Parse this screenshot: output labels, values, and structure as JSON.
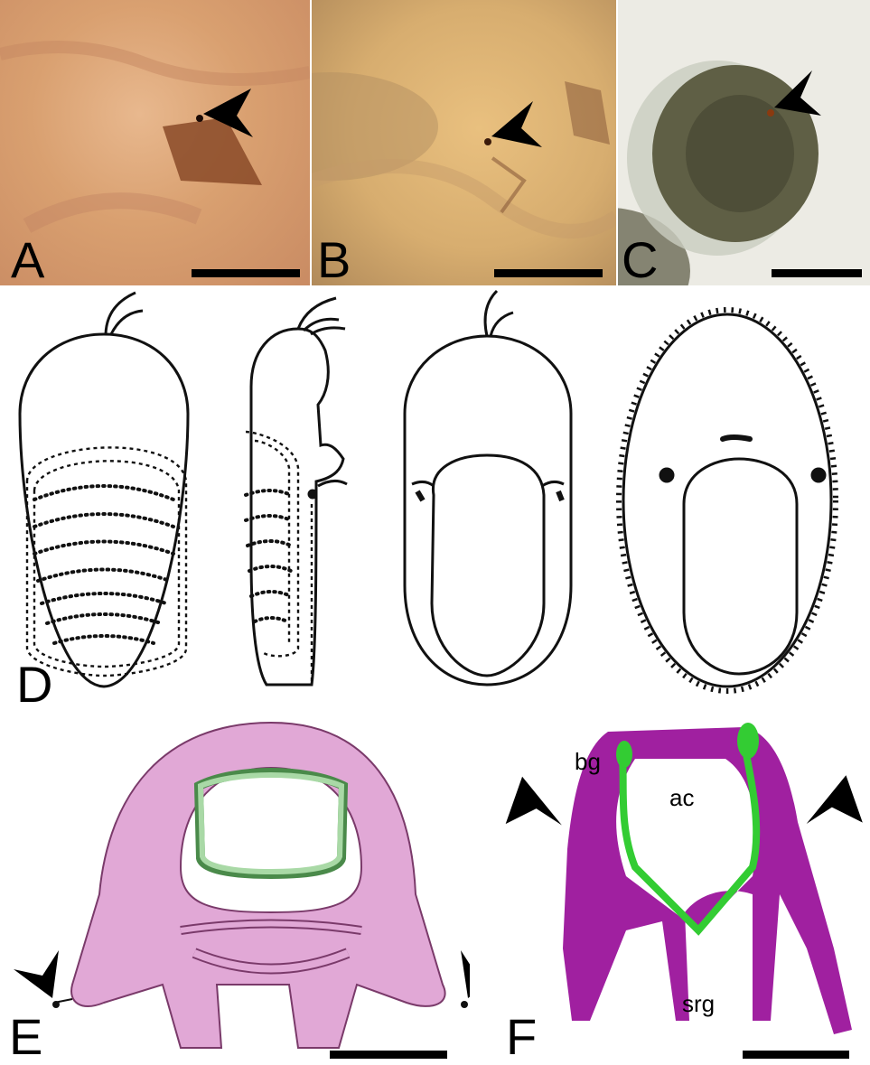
{
  "panels": {
    "a": {
      "letter": "A"
    },
    "b": {
      "letter": "B"
    },
    "c": {
      "letter": "C"
    },
    "d": {
      "letter": "D"
    },
    "e": {
      "letter": "E"
    },
    "f": {
      "letter": "F"
    }
  },
  "annotations": {
    "bg": "bg",
    "ac": "ac",
    "srg": "srg"
  },
  "colors": {
    "neural_tissue_illustration": "#e1a8d6",
    "ganglion_illustration": "#a9d9a6",
    "neural_tissue_3d": "#a020a0",
    "ganglion_3d": "#33cc33"
  }
}
